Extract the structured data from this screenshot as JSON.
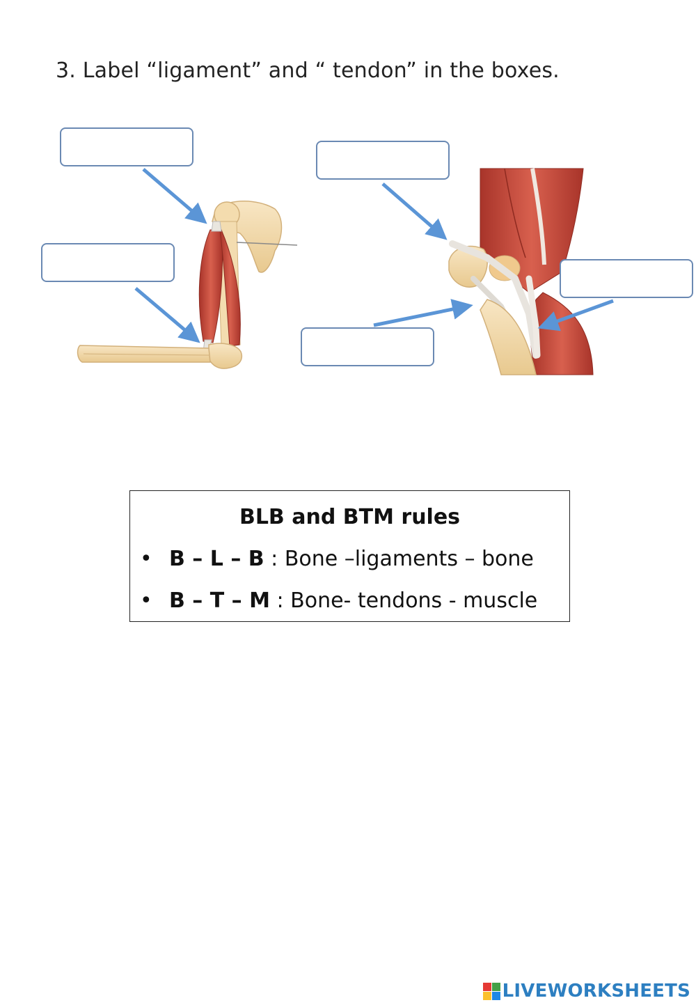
{
  "worksheet": {
    "question": "3. Label “ligament” and “ tendon” in the boxes.",
    "answer_boxes": [
      {
        "id": "arm-top",
        "value": "",
        "placeholder": ""
      },
      {
        "id": "arm-bottom",
        "value": "",
        "placeholder": ""
      },
      {
        "id": "knee-top",
        "value": "",
        "placeholder": ""
      },
      {
        "id": "knee-right",
        "value": "",
        "placeholder": ""
      },
      {
        "id": "knee-bottom",
        "value": "",
        "placeholder": ""
      }
    ],
    "images": [
      {
        "name": "arm-muscles-illustration",
        "subject": "upper arm bones and muscles"
      },
      {
        "name": "knee-joint-illustration",
        "subject": "knee joint with ligaments and muscles"
      }
    ]
  },
  "rules_box": {
    "title": "BLB and BTM rules",
    "items": [
      {
        "bullet": "•",
        "code": "B – L – B",
        "text": " : Bone –ligaments – bone"
      },
      {
        "bullet": "•",
        "code": "B – T – M",
        "text": " : Bone- tendons - muscle"
      }
    ]
  },
  "footer": {
    "brand": "LIVEWORKSHEETS",
    "logo_colors": [
      "#e53935",
      "#43a047",
      "#fbc02d",
      "#1e88e5"
    ]
  },
  "colors": {
    "arrow": "#5b95d6",
    "box_border": "#6a89b3",
    "muscle": "#c84a3c",
    "bone": "#f2d7a6"
  }
}
